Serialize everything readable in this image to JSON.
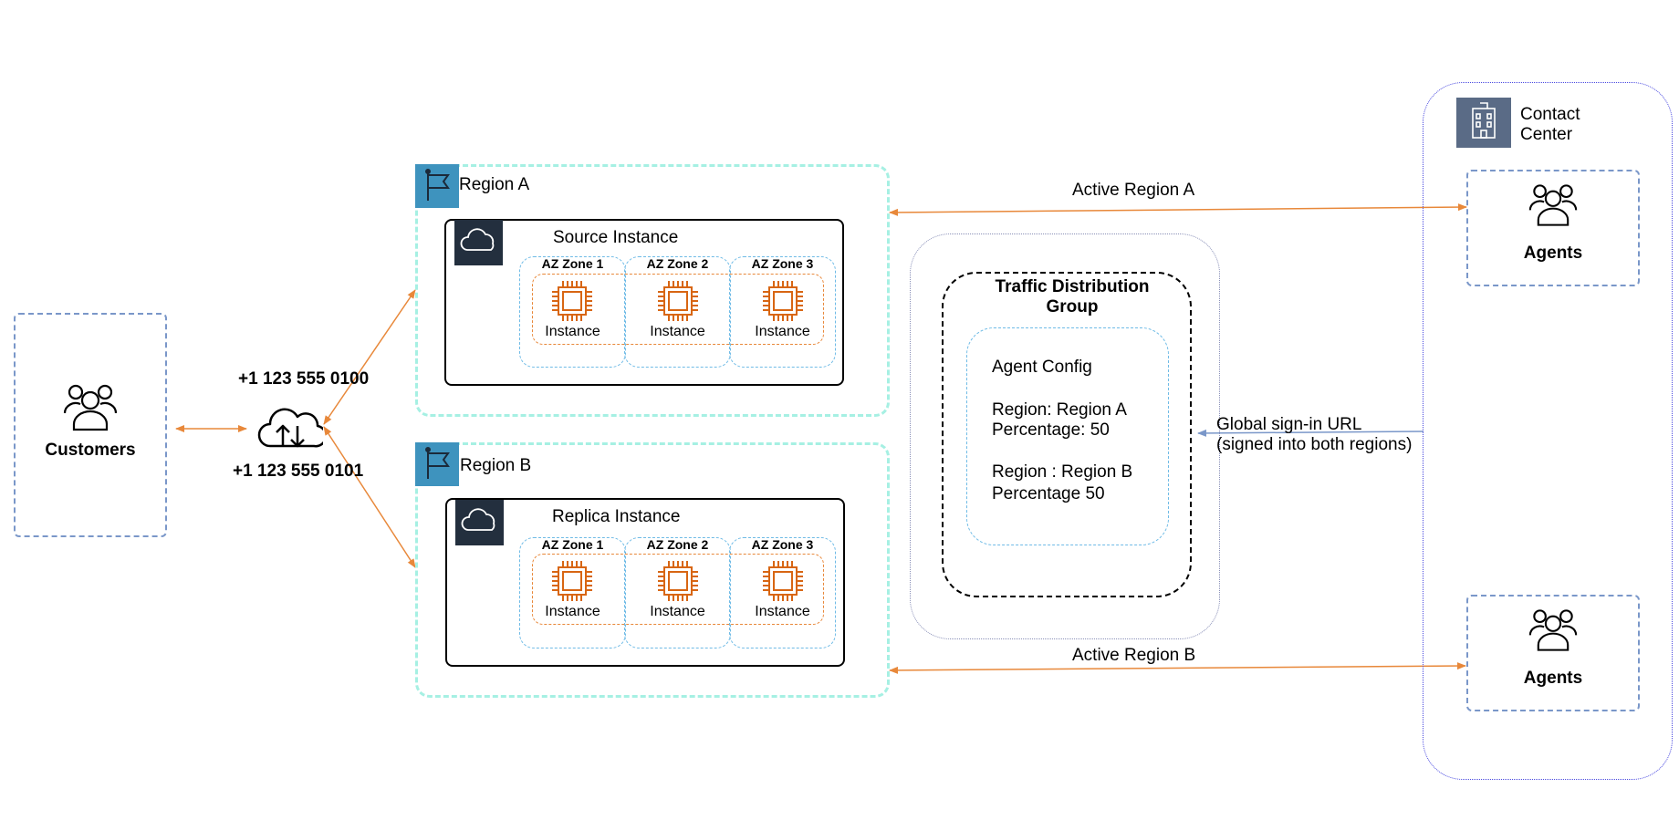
{
  "customers": {
    "label": "Customers"
  },
  "phone_numbers": [
    "+1 123 555 0100",
    "+1 123 555 0101"
  ],
  "regions": [
    {
      "label": "Region A",
      "instance_title": "Source Instance",
      "zones": [
        "AZ Zone 1",
        "AZ Zone 2",
        "AZ Zone 3"
      ],
      "instance_label": "Instance"
    },
    {
      "label": "Region B",
      "instance_title": "Replica Instance",
      "zones": [
        "AZ Zone 1",
        "AZ Zone 2",
        "AZ Zone 3"
      ],
      "instance_label": "Instance"
    }
  ],
  "traffic_group": {
    "title": "Traffic Distribution Group",
    "agent_config": "Agent Config",
    "region_a": "Region: Region A",
    "percentage_a": "Percentage: 50",
    "region_b": "Region : Region B",
    "percentage_b": "Percentage 50"
  },
  "links": {
    "active_a": "Active Region A",
    "active_b": "Active Region B",
    "signin_line1": "Global sign-in URL",
    "signin_line2": "(signed into both regions)"
  },
  "contact_center": {
    "line1": "Contact",
    "line2": "Center",
    "agents_top": "Agents",
    "agents_bottom": "Agents"
  },
  "colors": {
    "arrow_orange": "#e8883a",
    "arrow_blue": "#7a97c9",
    "region_border": "#a6f0e3",
    "flag_bg": "#3e93be",
    "cloud_bg": "#232f3e",
    "chip": "#d86613",
    "contact_center_bg": "#5a6b86"
  }
}
